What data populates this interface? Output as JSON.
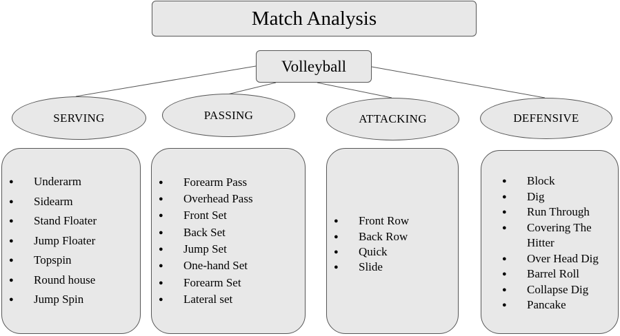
{
  "title": "Match Analysis",
  "root": "Volleyball",
  "categories": [
    {
      "label": "SERVING",
      "items": [
        "Underarm",
        "Sidearm",
        "Stand Floater",
        "Jump Floater",
        "Topspin",
        "Round house",
        "Jump Spin"
      ]
    },
    {
      "label": "PASSING",
      "items": [
        "Forearm Pass",
        "Overhead Pass",
        "Front Set",
        "Back Set",
        "Jump Set",
        "One-hand Set",
        "Forearm Set",
        "Lateral set"
      ]
    },
    {
      "label": "ATTACKING",
      "items": [
        "Front Row",
        "Back Row",
        "Quick",
        "Slide"
      ]
    },
    {
      "label": "DEFENSIVE",
      "items": [
        "Block",
        "Dig",
        "Run Through",
        "Covering The Hitter",
        "Over Head Dig",
        "Barrel Roll",
        "Collapse Dig",
        "Pancake"
      ]
    }
  ]
}
